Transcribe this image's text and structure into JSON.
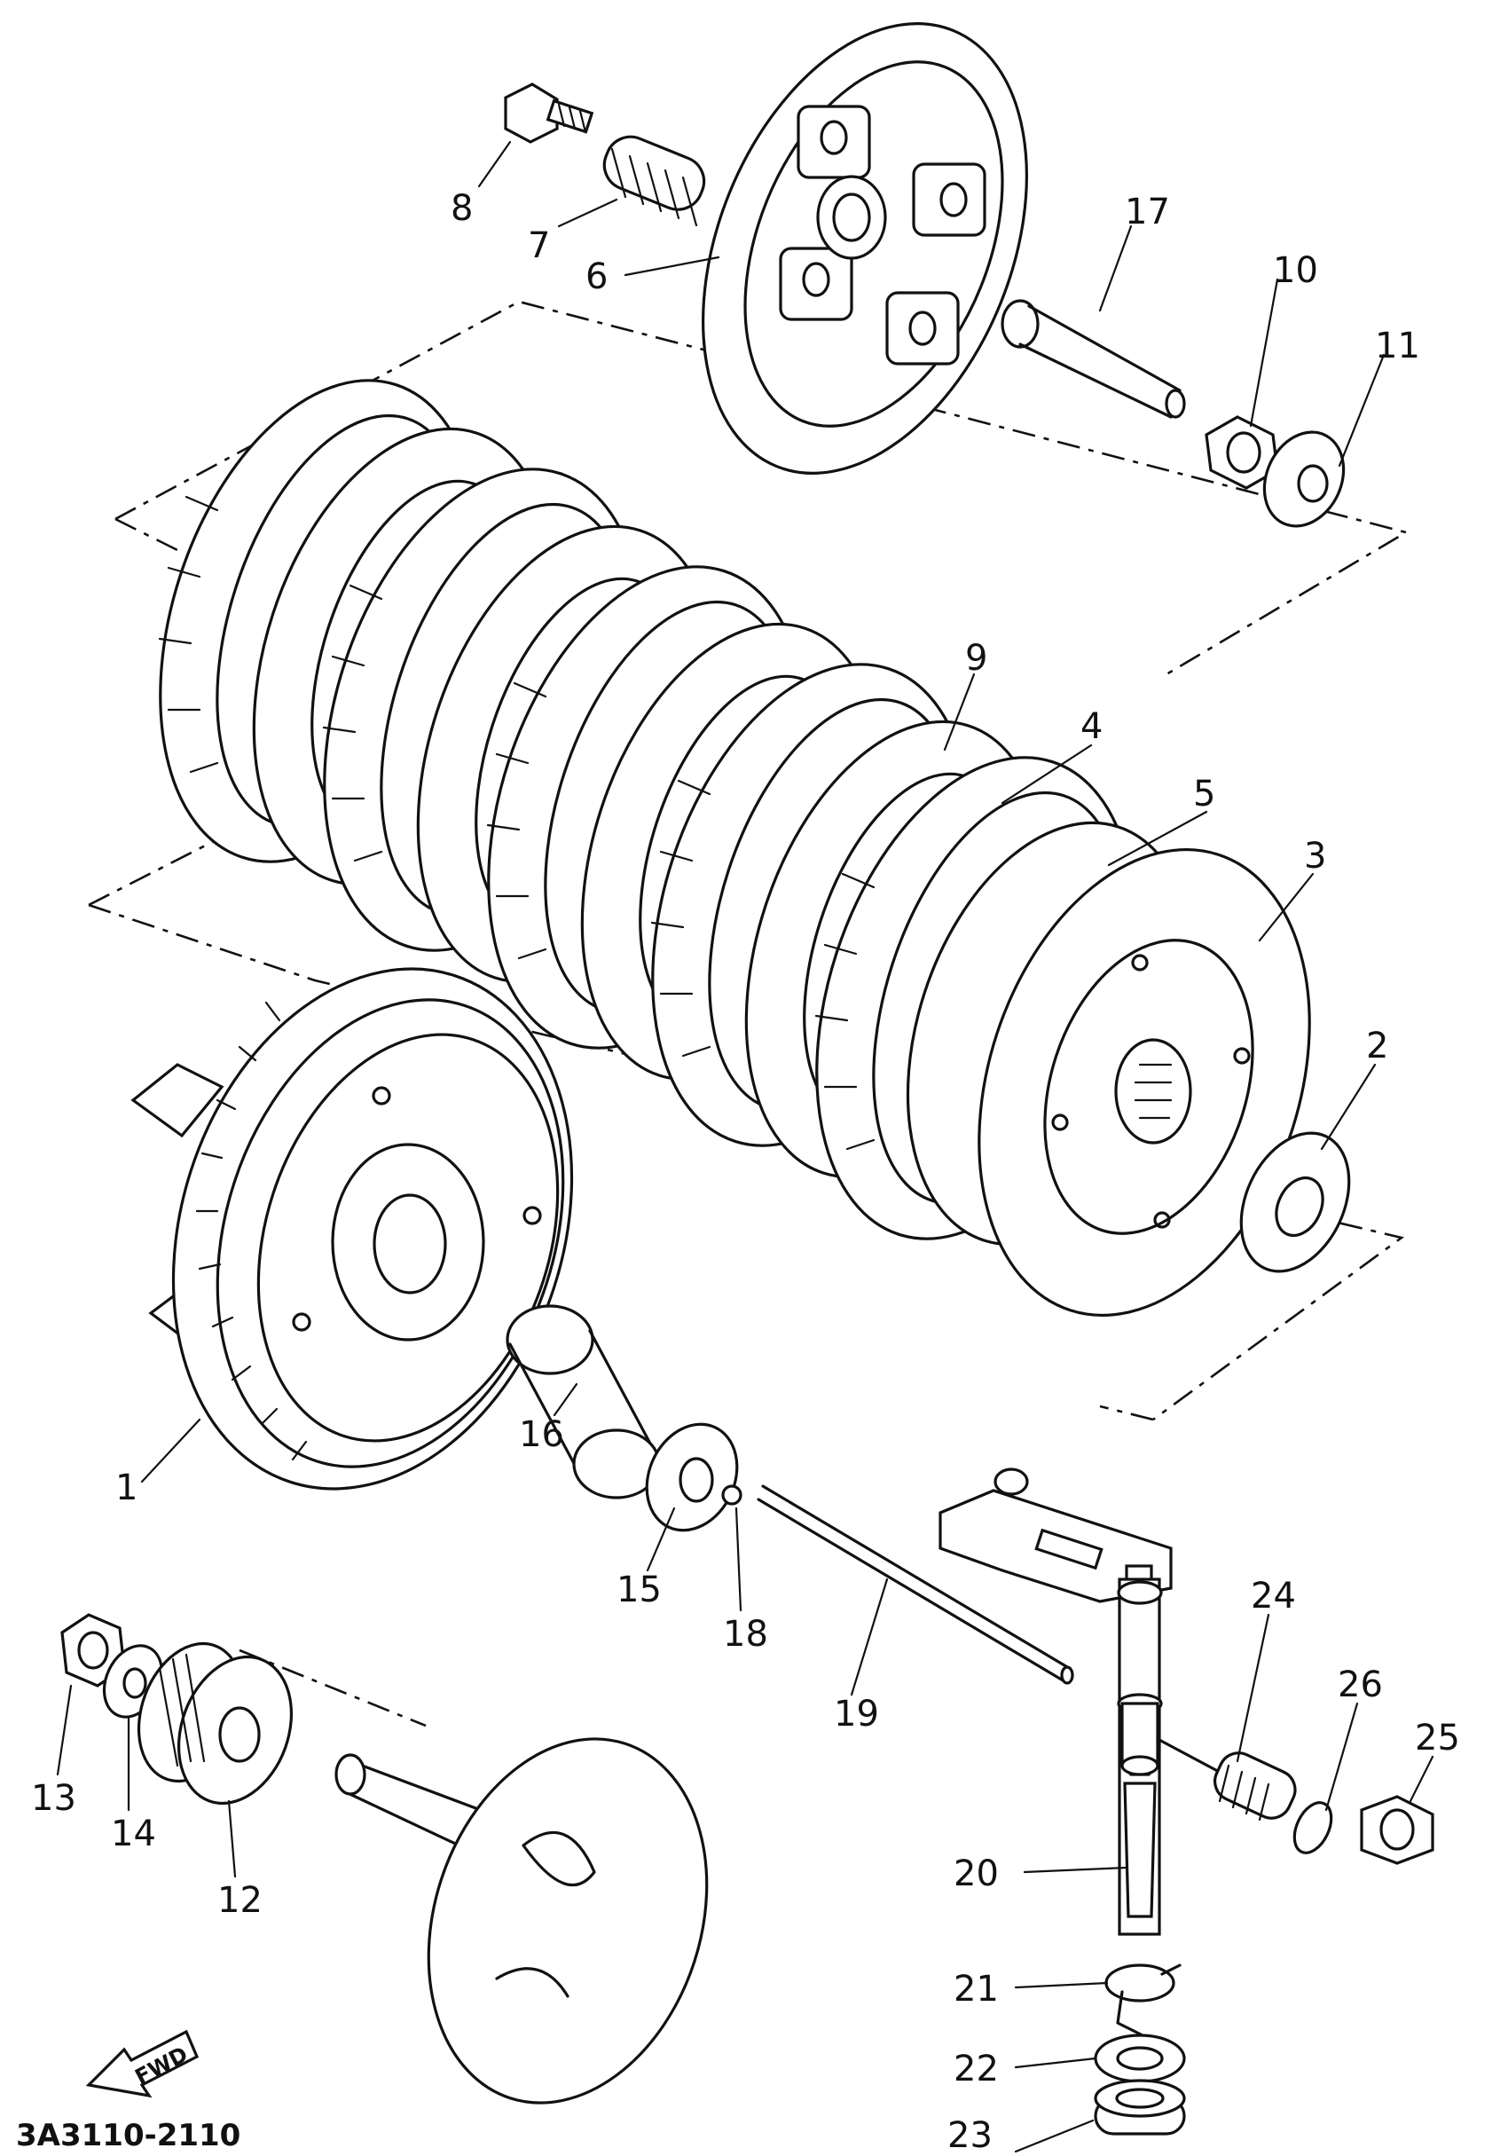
{
  "diagram": {
    "code": "3A3110-2110",
    "direction_label": "FWD",
    "callouts": [
      "1",
      "2",
      "3",
      "4",
      "5",
      "6",
      "7",
      "8",
      "9",
      "10",
      "11",
      "12",
      "13",
      "14",
      "15",
      "16",
      "17",
      "18",
      "19",
      "20",
      "21",
      "22",
      "23",
      "24",
      "25",
      "26"
    ]
  }
}
